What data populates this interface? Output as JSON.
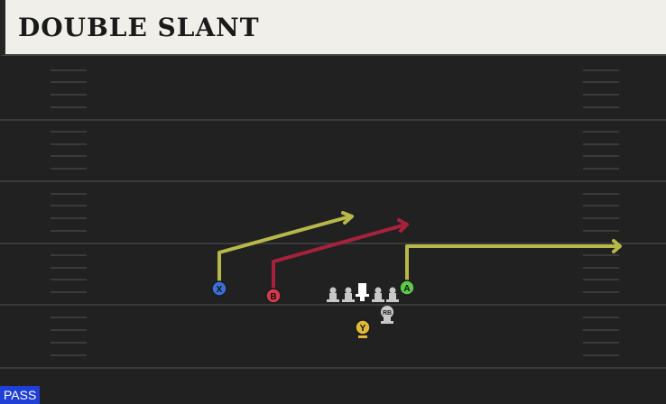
{
  "play": {
    "title": "DOUBLE SLANT",
    "type_badge": "PASS"
  },
  "colors": {
    "route_x": "#b8b84a",
    "route_b": "#a8213c",
    "route_a": "#b8b84a",
    "player_x": "#3a6fd6",
    "player_b": "#d63a4e",
    "player_a": "#5cc94a",
    "player_y": "#e0b83a",
    "lineman": "#c8c8c8"
  },
  "players": {
    "x": {
      "label": "X"
    },
    "b": {
      "label": "B"
    },
    "a": {
      "label": "A"
    },
    "y": {
      "label": "Y"
    },
    "rb": {
      "label": "RB"
    }
  }
}
